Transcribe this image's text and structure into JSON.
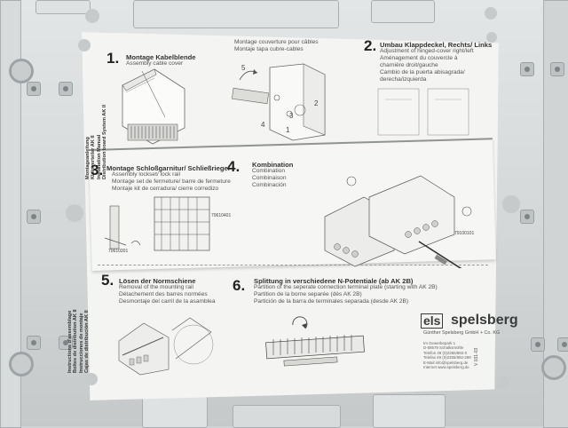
{
  "steps": [
    {
      "number": "1.",
      "title": "Montage Kabelblende",
      "lines": [
        "Assembly cable cover"
      ]
    },
    {
      "number": "",
      "title": "",
      "lines": [
        "Montage couverture pour câbles",
        "Montaje tapa cubre-cables"
      ]
    },
    {
      "number": "2.",
      "title": "Umbau Klappdeckel, Rechts/ Links",
      "lines": [
        "Adjustment of hinged-cover right/left",
        "Aménagement du couvercle à",
        "charnière droit/gauche",
        "Cambio de la puerta abisagrada/",
        "derecha/izquierda"
      ]
    },
    {
      "number": "3.",
      "title": "Montage Schloßgarnitur/ Schließriegel",
      "lines": [
        "Assembly lockset/ lock rail",
        "Montage set de fermeture/ barre de fermeture",
        "Montaje kit de cerradura/ cierre corredizo"
      ]
    },
    {
      "number": "4.",
      "title": "Kombination",
      "lines": [
        "Combination",
        "Combinaison",
        "Combinación"
      ]
    },
    {
      "number": "5.",
      "title": "Lösen der Normschiene",
      "lines": [
        "Removal of the mounting rail",
        "Détachement des barres normées",
        "Desmontaje del carril de la asamblea"
      ]
    },
    {
      "number": "6.",
      "title": "Splittung in verschiedene N-Potentiale (ab AK 2B)",
      "lines": [
        "Partition of the seperate connection terminal plate (starting with AK 2B)",
        "Partition de la borne separée (dès AK 2B)",
        "Partición de la barra de terminales separada (desde AK 2B)"
      ]
    }
  ],
  "side_top": [
    "Montageanleitung",
    "Kleinverteiler AK II",
    "Installation Manual",
    "Distribution board System AK II"
  ],
  "side_bottom": [
    "Instructions d'assemblage",
    "Boîtes de distribution AK II",
    "Instrucciones de montaje",
    "Cajas de distribución AK II"
  ],
  "part_numbers": [
    "70610401",
    "70610201",
    "79100101"
  ],
  "illus_labels": [
    "5",
    "4",
    "3",
    "2",
    "1"
  ],
  "logo": {
    "mark": "els",
    "word": "spelsberg"
  },
  "company": "Günther Spelsberg GmbH + Co. KG",
  "address": [
    "Im Gewerbepark 1",
    "D-58579 Schalksmühle",
    "Telefon   49 (0)2355/892-0",
    "Telefax   49 (0)2355/892-299",
    "E-Mail     info@spelsberg.de",
    "Internet  www.spelsberg.de"
  ],
  "doc_code": "V 031-03"
}
